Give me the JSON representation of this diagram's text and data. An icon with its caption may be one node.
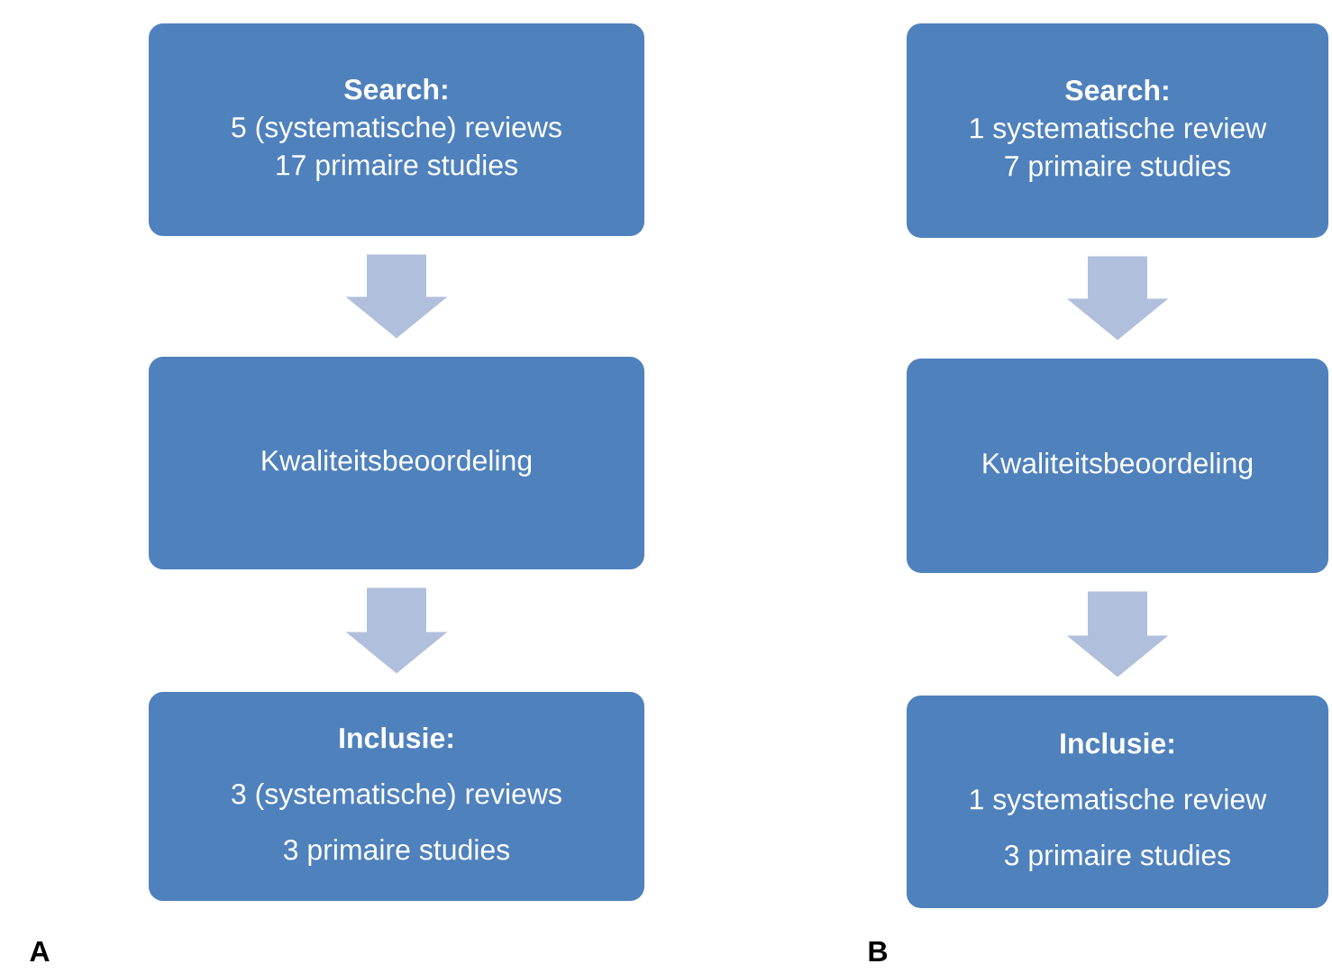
{
  "diagram": {
    "nodes": [
      {
        "text": [
          "Search:",
          "5 (systematische) reviews",
          "17 primaire studies"
        ]
      },
      {
        "text": [
          "Kwaliteitsbeoordeling"
        ]
      },
      {
        "text": [
          "Inclusie:",
          "3 (systematische) reviews",
          "3 primaire studies"
        ]
      },
      {
        "text": [
          "Search:",
          "1 systematische review",
          "7 primaire studies"
        ]
      },
      {
        "text": [
          "Kwaliteitsbeoordeling"
        ]
      },
      {
        "text": [
          "Inclusie:",
          "1 systematische review",
          "3 primaire studies"
        ]
      }
    ],
    "edges": [
      {
        "from": 0,
        "to": 1,
        "arrow": "to"
      },
      {
        "from": 1,
        "to": 2,
        "arrow": "to"
      },
      {
        "from": 3,
        "to": 4,
        "arrow": "to"
      },
      {
        "from": 4,
        "to": 5,
        "arrow": "to"
      }
    ],
    "labels": [
      "A",
      "B"
    ]
  }
}
